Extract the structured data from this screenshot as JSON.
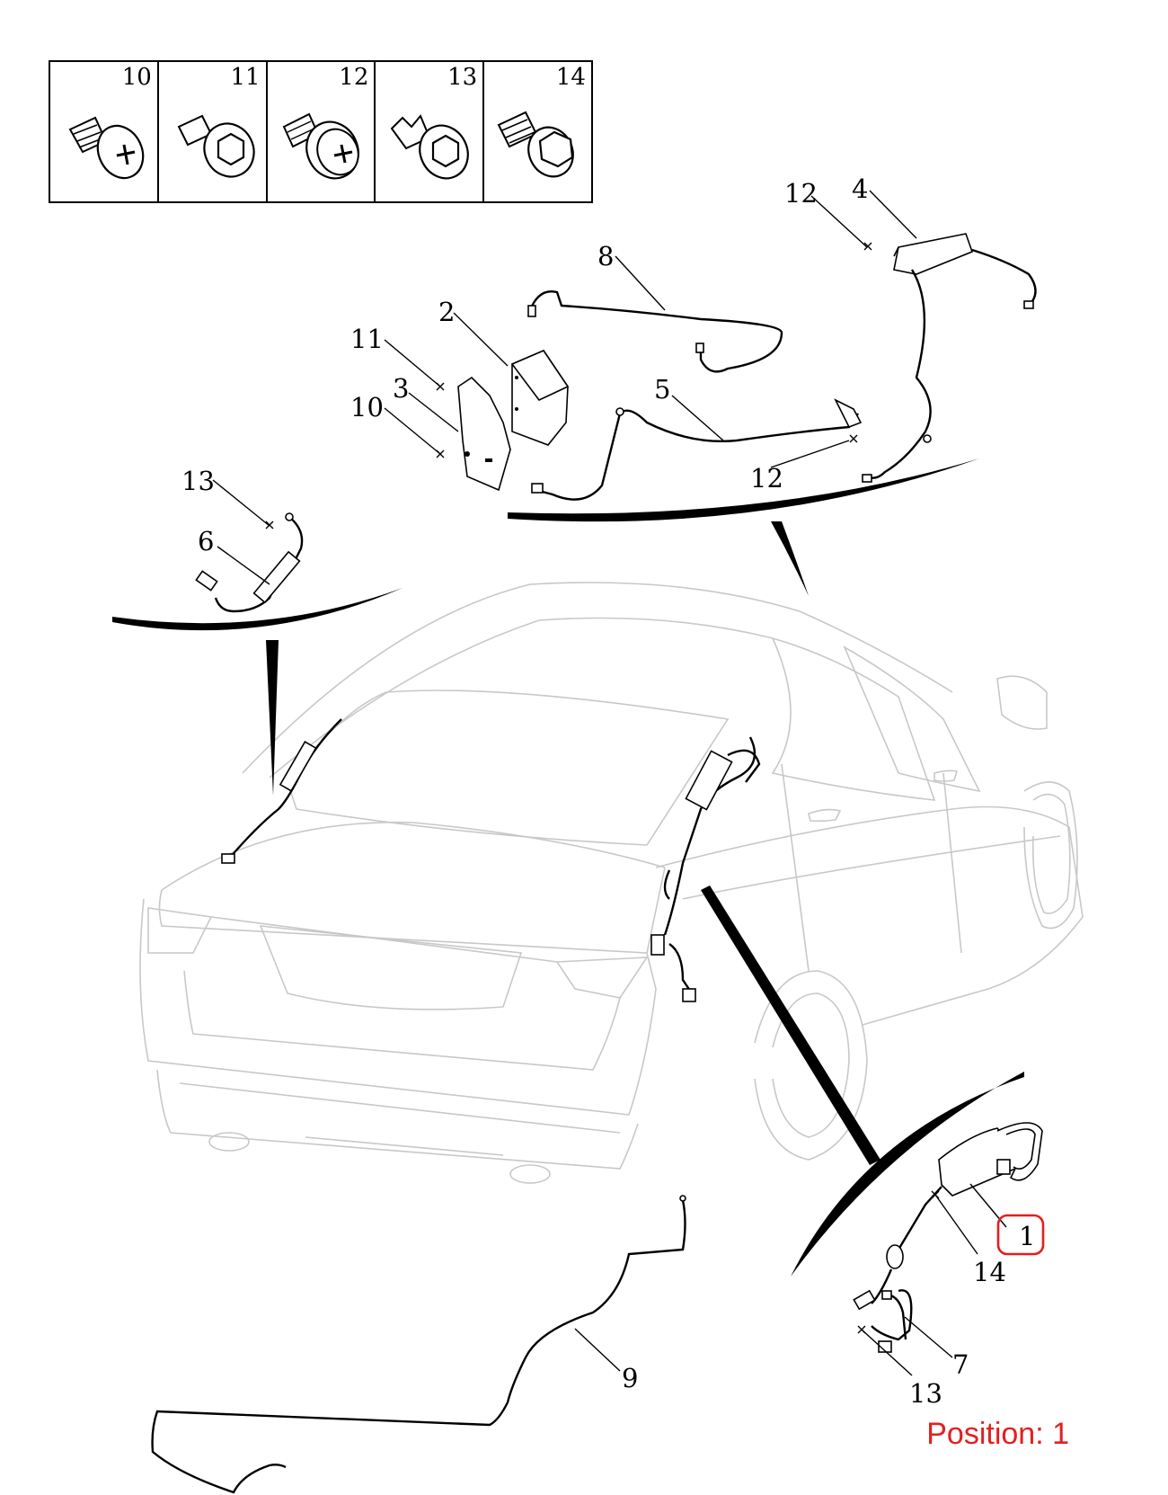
{
  "fastener_table": {
    "cells": [
      {
        "number": "10",
        "icon": "pan-head-phillips-screw-icon"
      },
      {
        "number": "11",
        "icon": "flange-hex-bolt-icon"
      },
      {
        "number": "12",
        "icon": "washer-phillips-screw-icon"
      },
      {
        "number": "13",
        "icon": "clip-hex-bolt-icon"
      },
      {
        "number": "14",
        "icon": "hex-head-bolt-icon"
      }
    ]
  },
  "callouts": [
    {
      "id": "c1",
      "label": "1"
    },
    {
      "id": "c2",
      "label": "2"
    },
    {
      "id": "c3",
      "label": "3"
    },
    {
      "id": "c4",
      "label": "4"
    },
    {
      "id": "c5",
      "label": "5"
    },
    {
      "id": "c6",
      "label": "6"
    },
    {
      "id": "c7",
      "label": "7"
    },
    {
      "id": "c8",
      "label": "8"
    },
    {
      "id": "c9",
      "label": "9"
    },
    {
      "id": "c10",
      "label": "10"
    },
    {
      "id": "c11",
      "label": "11"
    },
    {
      "id": "c12a",
      "label": "12"
    },
    {
      "id": "c12b",
      "label": "12"
    },
    {
      "id": "c13a",
      "label": "13"
    },
    {
      "id": "c13b",
      "label": "13"
    },
    {
      "id": "c14",
      "label": "14"
    }
  ],
  "position_label": "Position: 1",
  "highlight_color": "#e41f1f"
}
